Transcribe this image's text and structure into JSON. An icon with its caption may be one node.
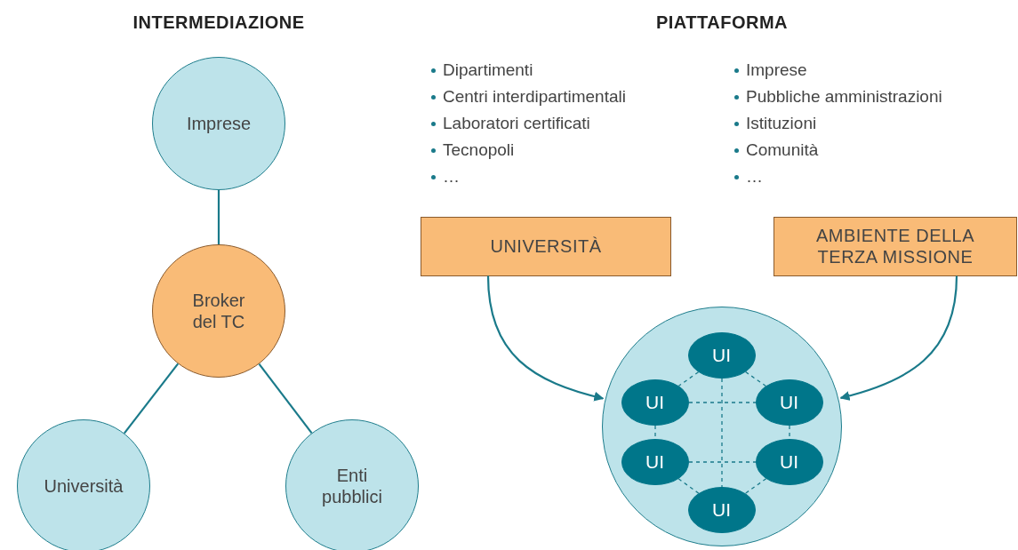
{
  "diagram": {
    "nodes": [
      {
        "text": [
          "Imprese"
        ]
      },
      {
        "text": [
          "Broker del TC"
        ]
      },
      {
        "text": [
          "Università"
        ]
      },
      {
        "text": [
          "Enti pubblici"
        ]
      },
      {
        "text": [
          "UNIVERSITÀ"
        ]
      },
      {
        "text": [
          "AMBIENTE DELLA TERZA MISSIONE"
        ]
      },
      {
        "text": [],
        "shape": "circle"
      },
      {
        "text": [
          "UI"
        ],
        "in": 6
      },
      {
        "text": [
          "UI"
        ],
        "in": 6
      },
      {
        "text": [
          "UI"
        ],
        "in": 6
      },
      {
        "text": [
          "UI"
        ],
        "in": 6
      },
      {
        "text": [
          "UI"
        ],
        "in": 6
      },
      {
        "text": [
          "UI"
        ],
        "in": 6
      }
    ],
    "edges": [
      {
        "from": 0,
        "to": 1,
        "arrow": "none"
      },
      {
        "from": 1,
        "to": 2,
        "arrow": "none"
      },
      {
        "from": 1,
        "to": 3,
        "arrow": "none"
      },
      {
        "from": 4,
        "to": 6,
        "arrow": "to"
      },
      {
        "from": 5,
        "to": 6,
        "arrow": "to"
      },
      {
        "from": 7,
        "to": 8,
        "arrow": "none",
        "style": "dashed"
      },
      {
        "from": 7,
        "to": 9,
        "arrow": "none",
        "style": "dashed"
      },
      {
        "from": 8,
        "to": 9,
        "arrow": "none",
        "style": "dashed"
      },
      {
        "from": 7,
        "to": 12,
        "arrow": "none",
        "style": "dashed"
      },
      {
        "from": 8,
        "to": 10,
        "arrow": "none",
        "style": "dashed"
      },
      {
        "from": 9,
        "to": 11,
        "arrow": "none",
        "style": "dashed"
      },
      {
        "from": 10,
        "to": 11,
        "arrow": "none",
        "style": "dashed"
      },
      {
        "from": 10,
        "to": 12,
        "arrow": "none",
        "style": "dashed"
      },
      {
        "from": 11,
        "to": 12,
        "arrow": "none",
        "style": "dashed"
      }
    ],
    "labels": [
      "INTERMEDIAZIONE",
      "PIATTAFORMA",
      "Dipartimenti",
      "Centri interdipartimentali",
      "Laboratori certificati",
      "Tecnopoli",
      "…",
      "Imprese",
      "Pubbliche amministrazioni",
      "Istituzioni",
      "Comunità",
      "…"
    ]
  }
}
